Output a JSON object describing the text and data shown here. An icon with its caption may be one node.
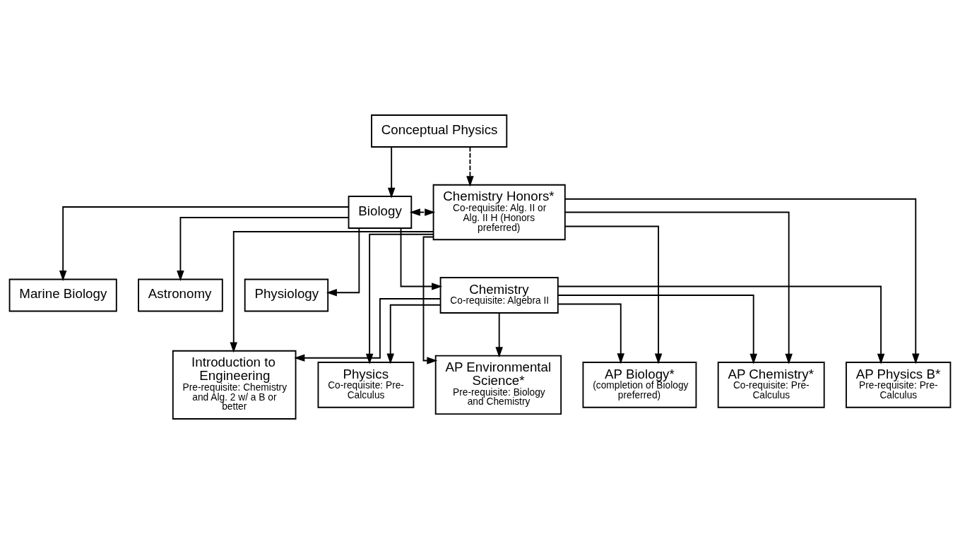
{
  "diagram": {
    "nodes": [
      {
        "text": [
          "Conceptual Physics"
        ]
      },
      {
        "text": [
          "Biology"
        ]
      },
      {
        "text": [
          "Chemistry Honors*",
          "Co-requisite: Alg. II or Alg. II H (Honors preferred)"
        ]
      },
      {
        "text": [
          "Marine Biology"
        ]
      },
      {
        "text": [
          "Astronomy"
        ]
      },
      {
        "text": [
          "Physiology"
        ]
      },
      {
        "text": [
          "Chemistry",
          "Co-requisite: Algebra II"
        ]
      },
      {
        "text": [
          "Introduction to Engineering",
          "Pre-requisite: Chemistry and Alg. 2 w/ a B or better"
        ]
      },
      {
        "text": [
          "Physics",
          "Co-requisite: Pre-Calculus"
        ]
      },
      {
        "text": [
          "AP Environmental Science*",
          "Pre-requisite: Biology and Chemistry"
        ]
      },
      {
        "text": [
          "AP Biology*",
          "(completion of Biology preferred)"
        ]
      },
      {
        "text": [
          "AP Chemistry*",
          "Co-requisite: Pre-Calculus"
        ]
      },
      {
        "text": [
          "AP Physics B*",
          "Pre-requisite: Pre-Calculus"
        ]
      }
    ],
    "edges": [
      {
        "from": 0,
        "to": 1,
        "arrow": "to"
      },
      {
        "from": 0,
        "to": 2,
        "arrow": "to",
        "style": "dashed"
      },
      {
        "from": 1,
        "to": 2,
        "arrow": "both",
        "style": "dashed"
      },
      {
        "from": 1,
        "to": 3,
        "arrow": "to"
      },
      {
        "from": 1,
        "to": 4,
        "arrow": "to"
      },
      {
        "from": 1,
        "to": 5,
        "arrow": "to"
      },
      {
        "from": 1,
        "to": 6,
        "arrow": "to"
      },
      {
        "from": 6,
        "to": 7,
        "arrow": "to"
      },
      {
        "from": 6,
        "to": 8,
        "arrow": "to"
      },
      {
        "from": 6,
        "to": 9,
        "arrow": "to"
      },
      {
        "from": 6,
        "to": 10,
        "arrow": "to"
      },
      {
        "from": 6,
        "to": 11,
        "arrow": "to"
      },
      {
        "from": 6,
        "to": 12,
        "arrow": "to"
      },
      {
        "from": 2,
        "to": 7,
        "arrow": "to"
      },
      {
        "from": 2,
        "to": 8,
        "arrow": "to"
      },
      {
        "from": 2,
        "to": 9,
        "arrow": "to"
      },
      {
        "from": 2,
        "to": 10,
        "arrow": "to"
      },
      {
        "from": 2,
        "to": 11,
        "arrow": "to"
      },
      {
        "from": 2,
        "to": 12,
        "arrow": "to"
      }
    ]
  }
}
